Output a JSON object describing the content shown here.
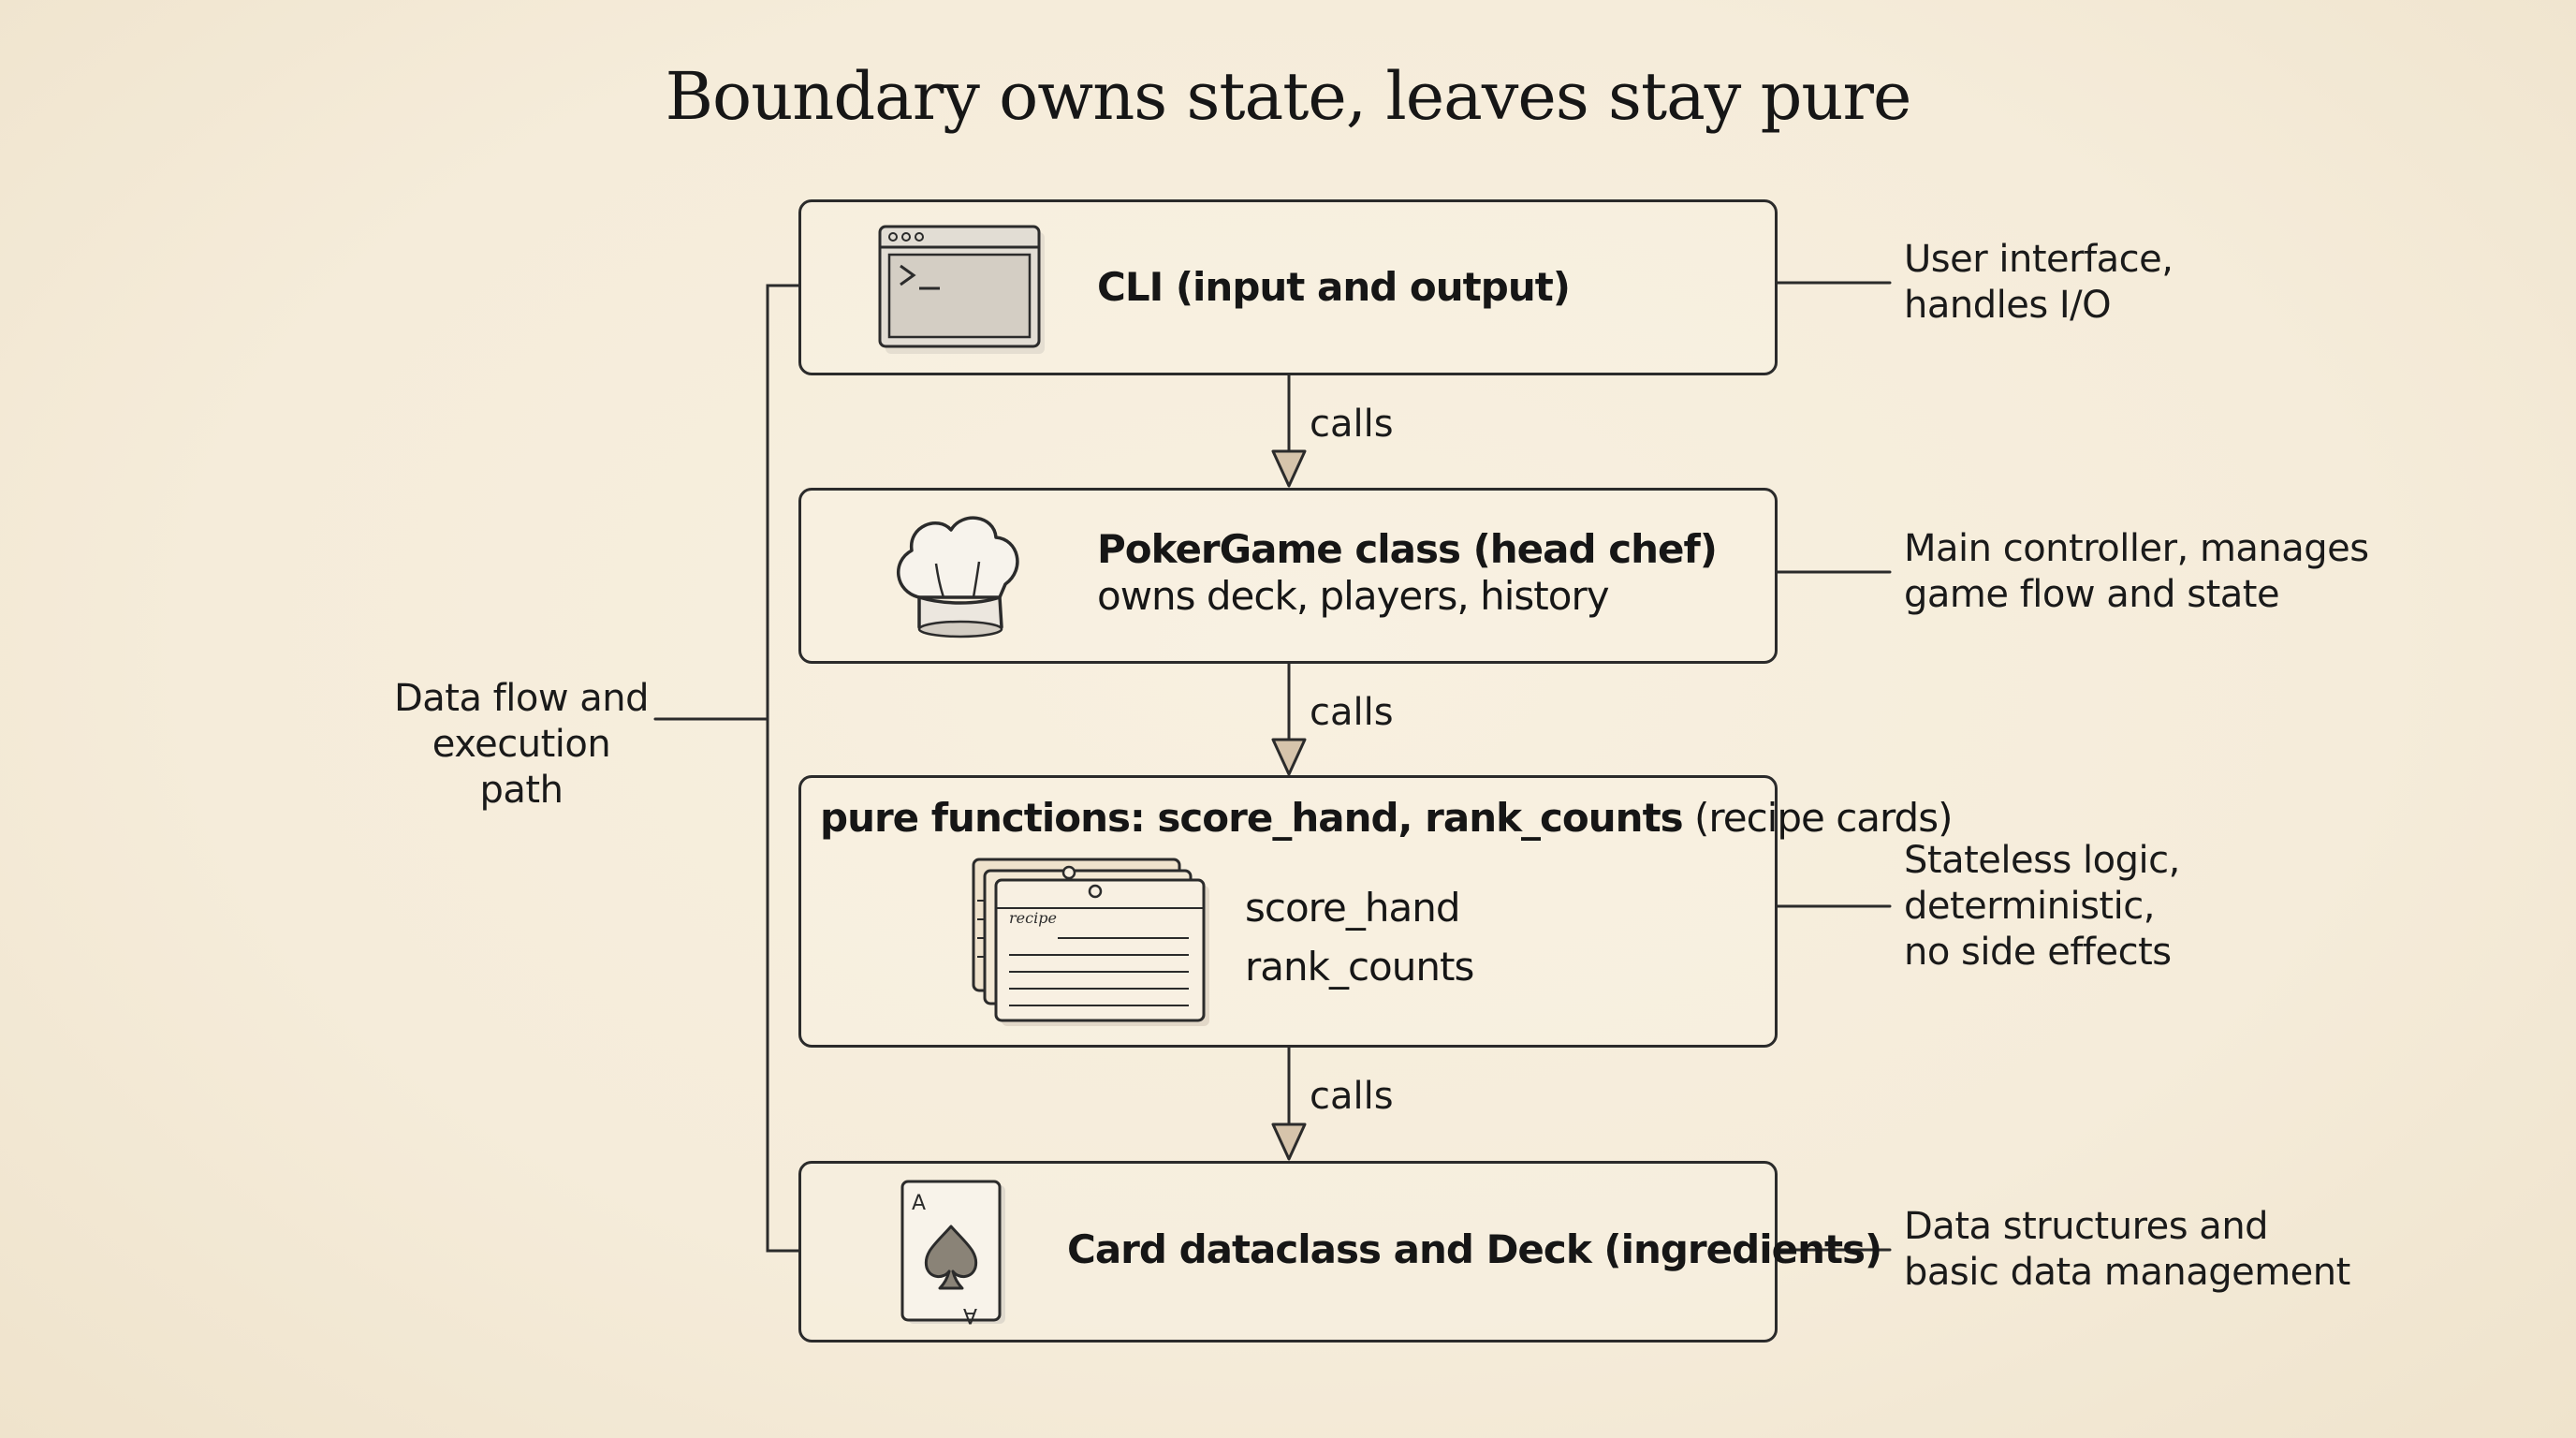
{
  "title": "Boundary owns state, leaves stay pure",
  "side_label": {
    "line1": "Data flow and",
    "line2": "execution path"
  },
  "connector_label": "calls",
  "layers": [
    {
      "main": "CLI (input and output)",
      "icon": "terminal-window-icon",
      "note_line1": "User interface,",
      "note_line2": "handles I/O"
    },
    {
      "main": "PokerGame class (head chef)",
      "sub": "owns deck, players, history",
      "icon": "chef-hat-icon",
      "note_line1": "Main controller, manages",
      "note_line2": "game flow and state"
    },
    {
      "main_bold": "pure functions: score_hand, rank_counts",
      "main_light": "(recipe cards)",
      "icon": "recipe-cards-icon",
      "recipe_word": "recipe",
      "fn1": "score_hand",
      "fn2": "rank_counts",
      "note_line1": "Stateless logic,",
      "note_line2": "deterministic,",
      "note_line3": "no side effects"
    },
    {
      "main": "Card dataclass and Deck (ingredients)",
      "icon": "ace-of-spades-card-icon",
      "card_rank": "A",
      "note_line1": "Data structures and",
      "note_line2": "basic data management"
    }
  ],
  "colors": {
    "background": "#f5ecda",
    "stroke": "#2b2b2b",
    "arrowhead": "#d6c4ab"
  }
}
